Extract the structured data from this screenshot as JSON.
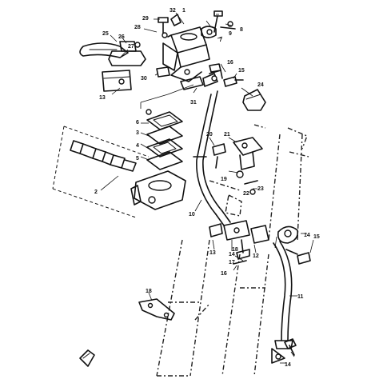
{
  "diagram": {
    "labels": [
      {
        "id": "c1",
        "text": "1"
      },
      {
        "id": "c2",
        "text": "2"
      },
      {
        "id": "c3",
        "text": "3"
      },
      {
        "id": "c4",
        "text": "4"
      },
      {
        "id": "c5",
        "text": "5"
      },
      {
        "id": "c6",
        "text": "6"
      },
      {
        "id": "c7",
        "text": "7"
      },
      {
        "id": "c8",
        "text": "8"
      },
      {
        "id": "c9",
        "text": "9"
      },
      {
        "id": "c10",
        "text": "10"
      },
      {
        "id": "c11",
        "text": "11"
      },
      {
        "id": "c12",
        "text": "12"
      },
      {
        "id": "c13a",
        "text": "13"
      },
      {
        "id": "c13b",
        "text": "13"
      },
      {
        "id": "c14a",
        "text": "14"
      },
      {
        "id": "c14b",
        "text": "14"
      },
      {
        "id": "c14c",
        "text": "14"
      },
      {
        "id": "c15a",
        "text": "15"
      },
      {
        "id": "c15b",
        "text": "15"
      },
      {
        "id": "c16a",
        "text": "16"
      },
      {
        "id": "c16b",
        "text": "16"
      },
      {
        "id": "c17",
        "text": "17"
      },
      {
        "id": "c18a",
        "text": "18"
      },
      {
        "id": "c18b",
        "text": "18"
      },
      {
        "id": "c19",
        "text": "19"
      },
      {
        "id": "c20",
        "text": "20"
      },
      {
        "id": "c21",
        "text": "21"
      },
      {
        "id": "c22",
        "text": "22"
      },
      {
        "id": "c23",
        "text": "23"
      },
      {
        "id": "c24",
        "text": "24"
      },
      {
        "id": "c25",
        "text": "25"
      },
      {
        "id": "c26",
        "text": "26"
      },
      {
        "id": "c27",
        "text": "27"
      },
      {
        "id": "c28",
        "text": "28"
      },
      {
        "id": "c29",
        "text": "29"
      },
      {
        "id": "c30",
        "text": "30"
      },
      {
        "id": "c31",
        "text": "31"
      },
      {
        "id": "c32",
        "text": "32"
      }
    ]
  }
}
